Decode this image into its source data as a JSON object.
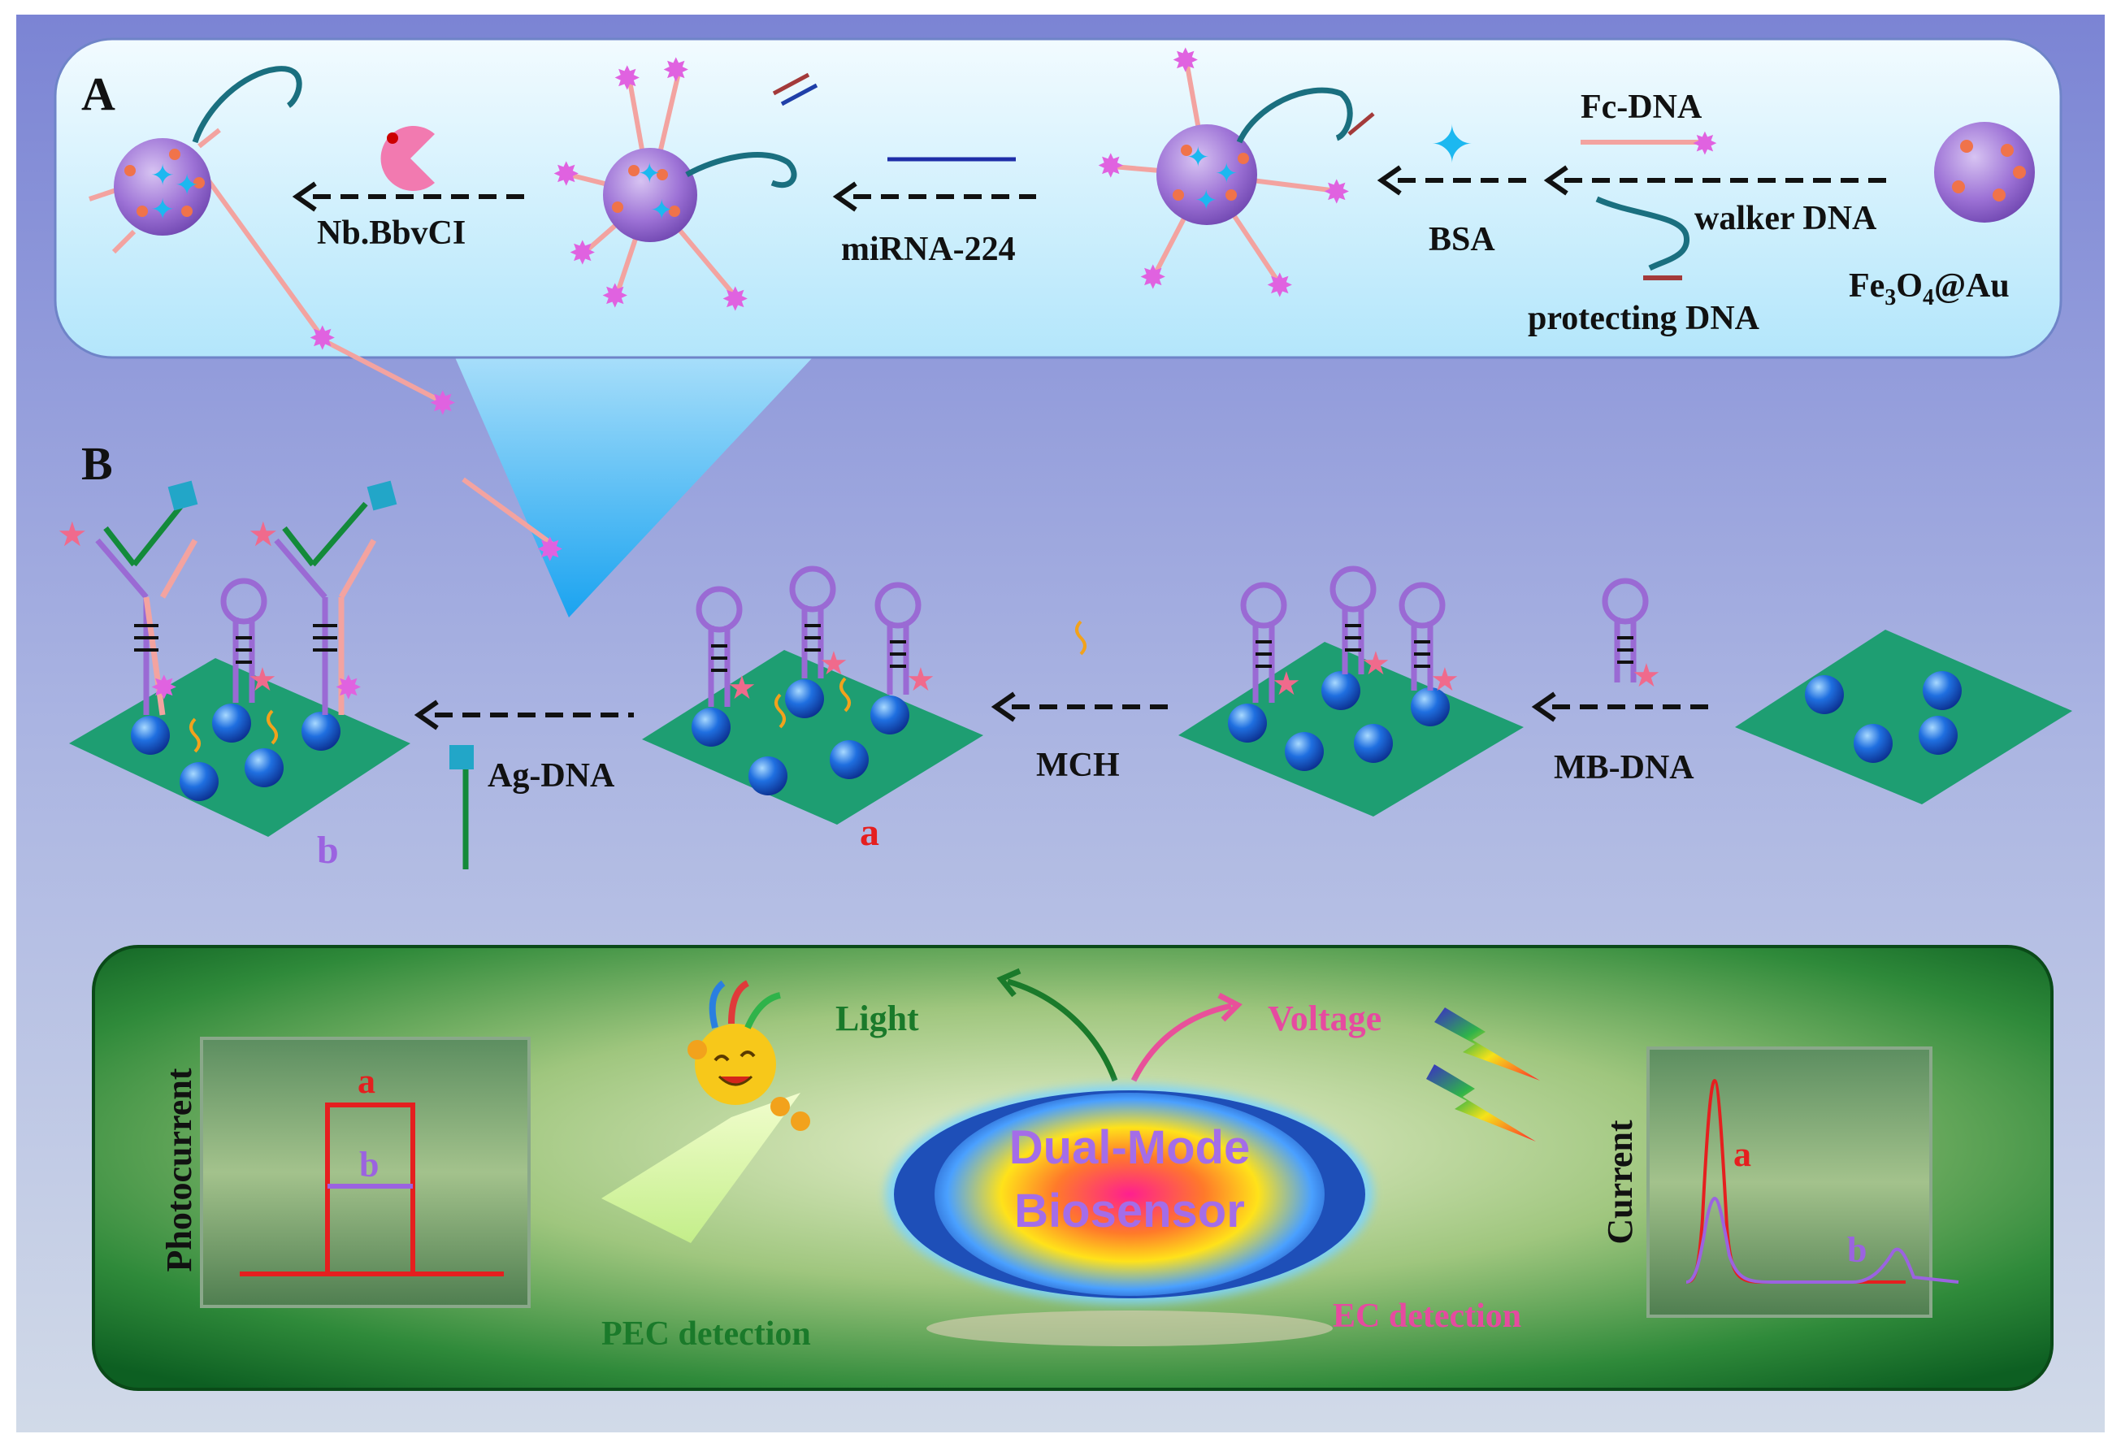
{
  "colors": {
    "background_top": "#7f86d6",
    "background_bottom": "#c9d3e6",
    "panel_a": "#cdeefc",
    "bottom_panel": "#0f6b2a",
    "substrate": "#1e9e72",
    "particle": "#9a6ad4",
    "tag_star": "#e062e0",
    "pink_star": "#f06a8c",
    "walker": "#1a6f7f",
    "arrow": "#111111",
    "red_label": "#e51f1f",
    "purple_label": "#9b63e0",
    "green_label": "#1a7a2a",
    "pink_label": "#e64aa0"
  },
  "panel_a": {
    "label": "A",
    "step1_label": "Nb.BbvCI",
    "step2_label": "miRNA-224",
    "step3_label": "BSA",
    "fc_dna_label": "Fc-DNA",
    "walker_dna_label": "walker DNA",
    "protecting_dna_label": "protecting DNA",
    "fe3o4_label_main": "Fe",
    "fe3o4_sub1": "3",
    "fe3o4_mid": "O",
    "fe3o4_sub2": "4",
    "fe3o4_end": "@Au"
  },
  "panel_b": {
    "label": "B",
    "ag_dna_label": "Ag-DNA",
    "mch_label": "MCH",
    "mb_dna_label": "MB-DNA",
    "state_a_label": "a",
    "state_b_label": "b"
  },
  "bottom": {
    "photocurrent_axis": "Photocurrent",
    "photo_a": "a",
    "photo_b": "b",
    "light_label": "Light",
    "voltage_label": "Voltage",
    "center_line1": "Dual-Mode",
    "center_line2": "Biosensor",
    "pec_label": "PEC detection",
    "ec_label": "EC detection",
    "current_axis": "Current",
    "curr_a": "a",
    "curr_b": "b"
  }
}
